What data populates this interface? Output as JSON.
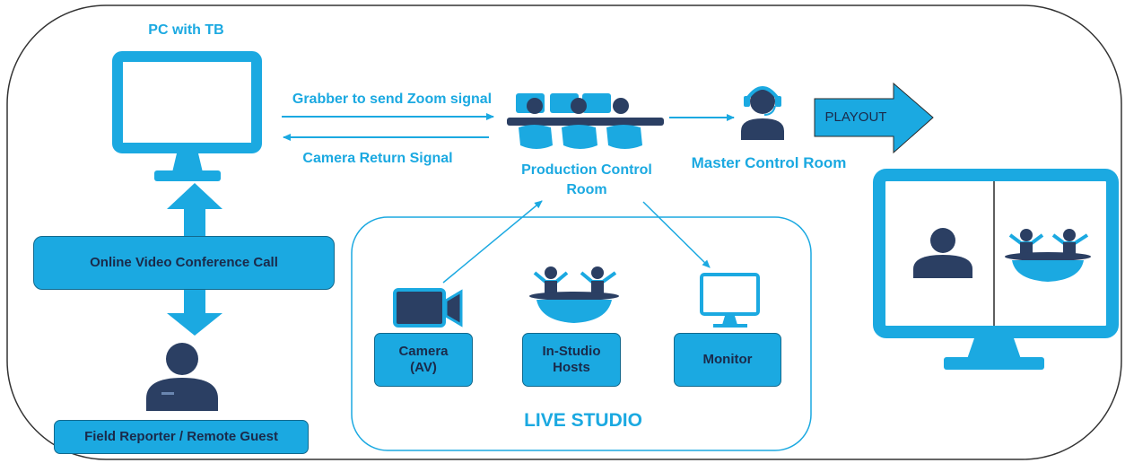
{
  "diagram": {
    "pc_label": "PC with TB",
    "grabber_label": "Grabber to send Zoom signal",
    "return_label": "Camera Return Signal",
    "pcr_label": "Production Control Room",
    "mcr_label": "Master Control Room",
    "playout_label": "PLAYOUT",
    "conference_label": "Online Video Conference Call",
    "field_label": "Field Reporter / Remote Guest",
    "camera_label": "Camera (AV)",
    "hosts_label": "In-Studio Hosts",
    "monitor_label": "Monitor",
    "studio_label": "LIVE STUDIO"
  },
  "colors": {
    "accent": "#1ba9e1",
    "navy": "#2b3f63",
    "outline": "#2a2a2a"
  }
}
